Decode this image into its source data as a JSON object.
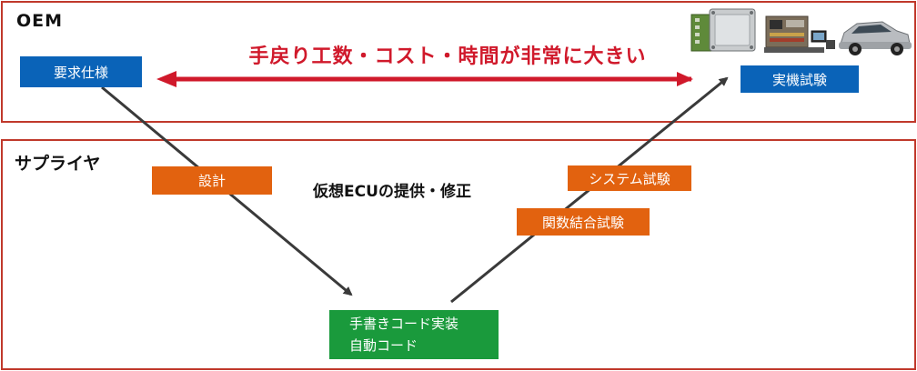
{
  "oem": {
    "title": "OEM"
  },
  "supplier": {
    "title": "サプライヤ"
  },
  "boxes": {
    "requirements": "要求仕様",
    "real_test": "実機試験",
    "design": "設計",
    "system_test": "システム試験",
    "integration_test": "関数結合試験",
    "code_line1": "手書きコード実装",
    "code_line2": "自動コード"
  },
  "banner": "手戻り工数・コスト・時間が非常に大きい",
  "center_label": "仮想ECUの提供・修正",
  "images": [
    "ecu-board-icon",
    "test-bench-icon",
    "car-icon"
  ],
  "colors": {
    "band_border": "#c0392b",
    "blue": "#0a63b8",
    "orange": "#e2620f",
    "green": "#1a9a3c",
    "banner_red": "#d0192b"
  }
}
